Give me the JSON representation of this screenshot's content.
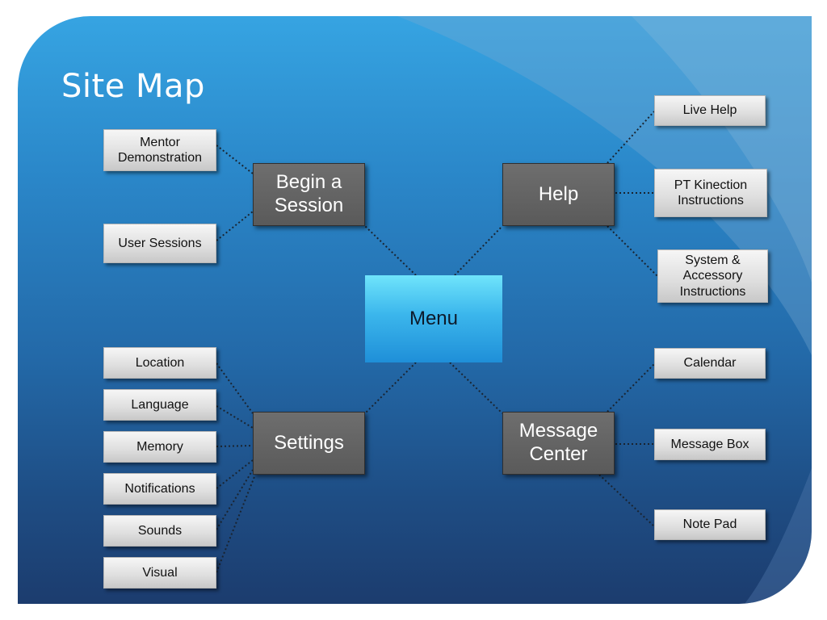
{
  "slide": {
    "title": "Site Map"
  },
  "nodes": {
    "menu": "Menu",
    "begin_session": "Begin a\nSession",
    "help": "Help",
    "settings": "Settings",
    "message_center": "Message\nCenter"
  },
  "leaves": {
    "mentor_demonstration": "Mentor\nDemonstration",
    "user_sessions": "User Sessions",
    "live_help": "Live Help",
    "pt_kinection": "PT Kinection\nInstructions",
    "system_accessory": "System &\nAccessory\nInstructions",
    "location": "Location",
    "language": "Language",
    "memory": "Memory",
    "notifications": "Notifications",
    "sounds": "Sounds",
    "visual": "Visual",
    "calendar": "Calendar",
    "message_box": "Message Box",
    "note_pad": "Note Pad"
  },
  "colors": {
    "background_top": "#36a4e2",
    "background_bottom": "#1c3c6e",
    "node_fill": "#5f5f5f",
    "center_fill": "#3bb6ec",
    "leaf_fill": "#dedede"
  }
}
